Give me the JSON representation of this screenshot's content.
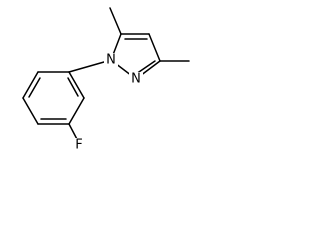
{
  "molecule": {
    "atoms": {
      "n1": "N",
      "n2": "N",
      "f": "F"
    },
    "colors": {
      "bond": "#000000",
      "label": "#000000",
      "background": "#ffffff"
    }
  }
}
